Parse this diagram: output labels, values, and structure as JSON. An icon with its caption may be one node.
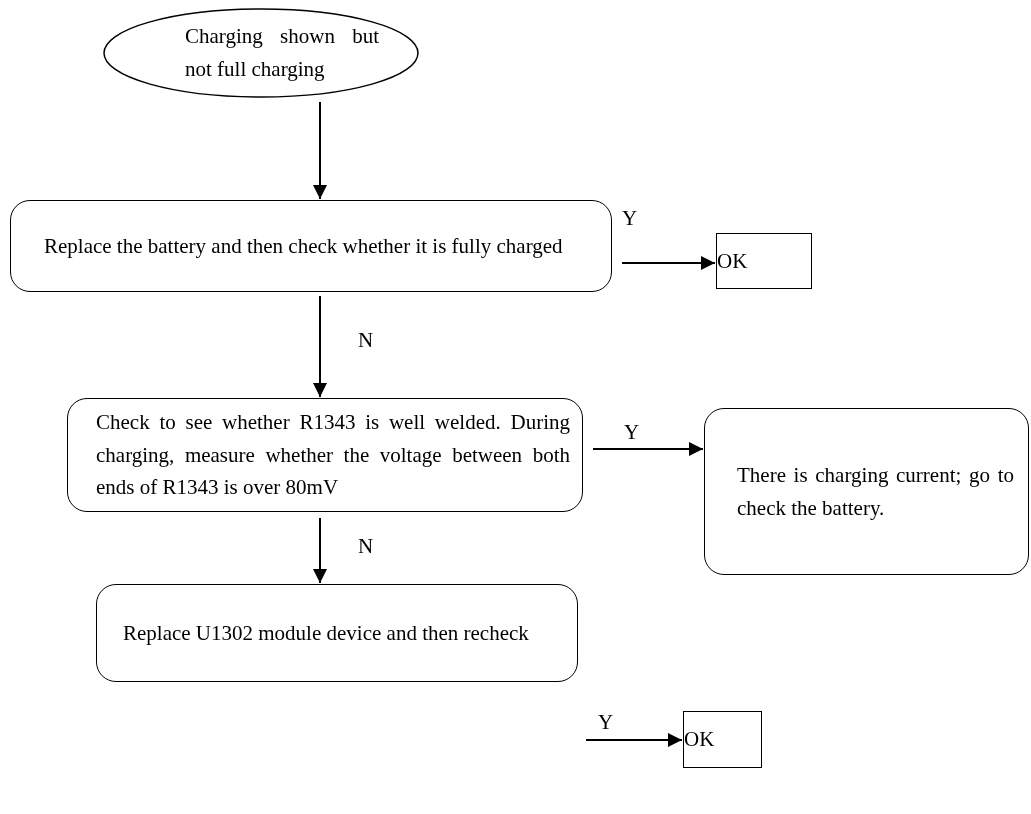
{
  "diagram": {
    "nodes": [
      {
        "text": [
          "Charging shown but not full charging"
        ]
      },
      {
        "text": [
          "Replace the battery and then check whether it is fully charged"
        ]
      },
      {
        "text": [
          "OK"
        ]
      },
      {
        "text": [
          "Check to see whether R1343 is well welded. During charging, measure whether the voltage between both ends of R1343 is over 80mV"
        ]
      },
      {
        "text": [
          "There is charging current; go to check the battery."
        ]
      },
      {
        "text": [
          "Replace U1302 module device and then recheck"
        ]
      },
      {
        "text": [
          "OK"
        ]
      }
    ],
    "edges": [
      {
        "from": 0,
        "to": 1,
        "arrow": "to"
      },
      {
        "from": 1,
        "to": 2,
        "arrow": "to",
        "label": "Y"
      },
      {
        "from": 1,
        "to": 3,
        "arrow": "to",
        "label": "N"
      },
      {
        "from": 3,
        "to": 4,
        "arrow": "to",
        "label": "Y"
      },
      {
        "from": 3,
        "to": 5,
        "arrow": "to",
        "label": "N"
      },
      {
        "from": 5,
        "to": 6,
        "arrow": "to",
        "label": "Y"
      }
    ]
  }
}
